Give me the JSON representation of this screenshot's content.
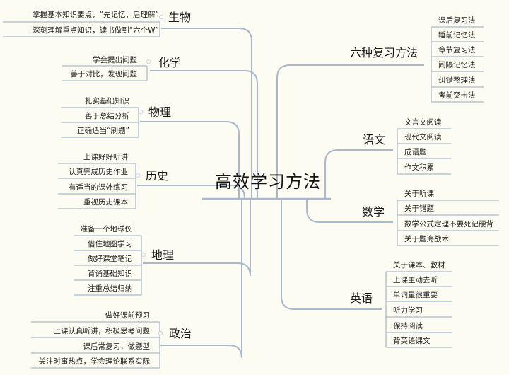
{
  "root": "高效学习方法",
  "left": [
    {
      "key": "bio",
      "title": "生物",
      "items": [
        "掌握基本知识要点，“先记忆，后理解”",
        "深刻理解重点知识，读书做到“六个W”"
      ]
    },
    {
      "key": "chem",
      "title": "化学",
      "items": [
        "学会提出问题",
        "善于对比，发现问题"
      ]
    },
    {
      "key": "phys",
      "title": "物理",
      "items": [
        "扎实基础知识",
        "善于总结分析",
        "正确适当“刷题”"
      ]
    },
    {
      "key": "hist",
      "title": "历史",
      "items": [
        "上课好好听讲",
        "认真完成历史作业",
        "有适当的课外练习",
        "重视历史课本"
      ]
    },
    {
      "key": "geo",
      "title": "地理",
      "items": [
        "准备一个地球仪",
        "借住地图学习",
        "做好课堂笔记",
        "背诵基础知识",
        "注重总结归纳"
      ]
    },
    {
      "key": "pol",
      "title": "政治",
      "items": [
        "做好课前预习",
        "上课认真听讲，积极思考问题",
        "课后常复习，做题型",
        "关注时事热点，学会理论联系实际"
      ]
    }
  ],
  "right": [
    {
      "key": "six",
      "title": "六种复习方法",
      "items": [
        "课后复习法",
        "睡前记忆法",
        "章节复习法",
        "间隔记忆法",
        "纠错整理法",
        "考前突击法"
      ]
    },
    {
      "key": "chn",
      "title": "语文",
      "items": [
        "文言文阅读",
        "现代文阅读",
        "成语题",
        "作文积累"
      ]
    },
    {
      "key": "math",
      "title": "数学",
      "items": [
        "关于听课",
        "关于错题",
        "数学公式定理不要死记硬背",
        "关于题海战术"
      ]
    },
    {
      "key": "eng",
      "title": "英语",
      "items": [
        "关于课本、教材",
        "上课主动去听",
        "单词量很重要",
        "听力学习",
        "保持阅读",
        "背英语课文"
      ]
    }
  ],
  "colors": {
    "line": "#a9b8cc",
    "leaf_line": "#b7c3d3",
    "text": "#1c1c1c",
    "background": "#fdfcf2"
  }
}
